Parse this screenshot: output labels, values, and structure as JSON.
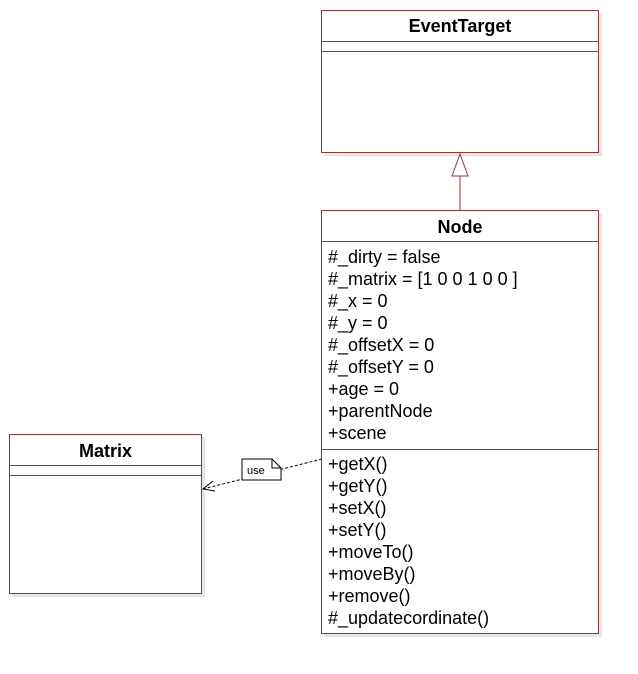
{
  "classes": {
    "event_target": {
      "name": "EventTarget",
      "attributes": [],
      "operations": []
    },
    "node": {
      "name": "Node",
      "attributes": [
        "#_dirty = false",
        "#_matrix = [1 0 0 1 0 0 ]",
        "#_x = 0",
        "#_y = 0",
        "#_offsetX = 0",
        "#_offsetY = 0",
        "+age = 0",
        "+parentNode",
        "+scene"
      ],
      "operations": [
        "+getX()",
        "+getY()",
        "+setX()",
        "+setY()",
        "+moveTo()",
        "+moveBy()",
        "+remove()",
        "#_updatecordinate()"
      ]
    },
    "matrix": {
      "name": "Matrix",
      "attributes": [],
      "operations": []
    }
  },
  "relations": {
    "use_label": "use"
  },
  "colors": {
    "border": "#8b3a3a",
    "text": "#000000"
  }
}
